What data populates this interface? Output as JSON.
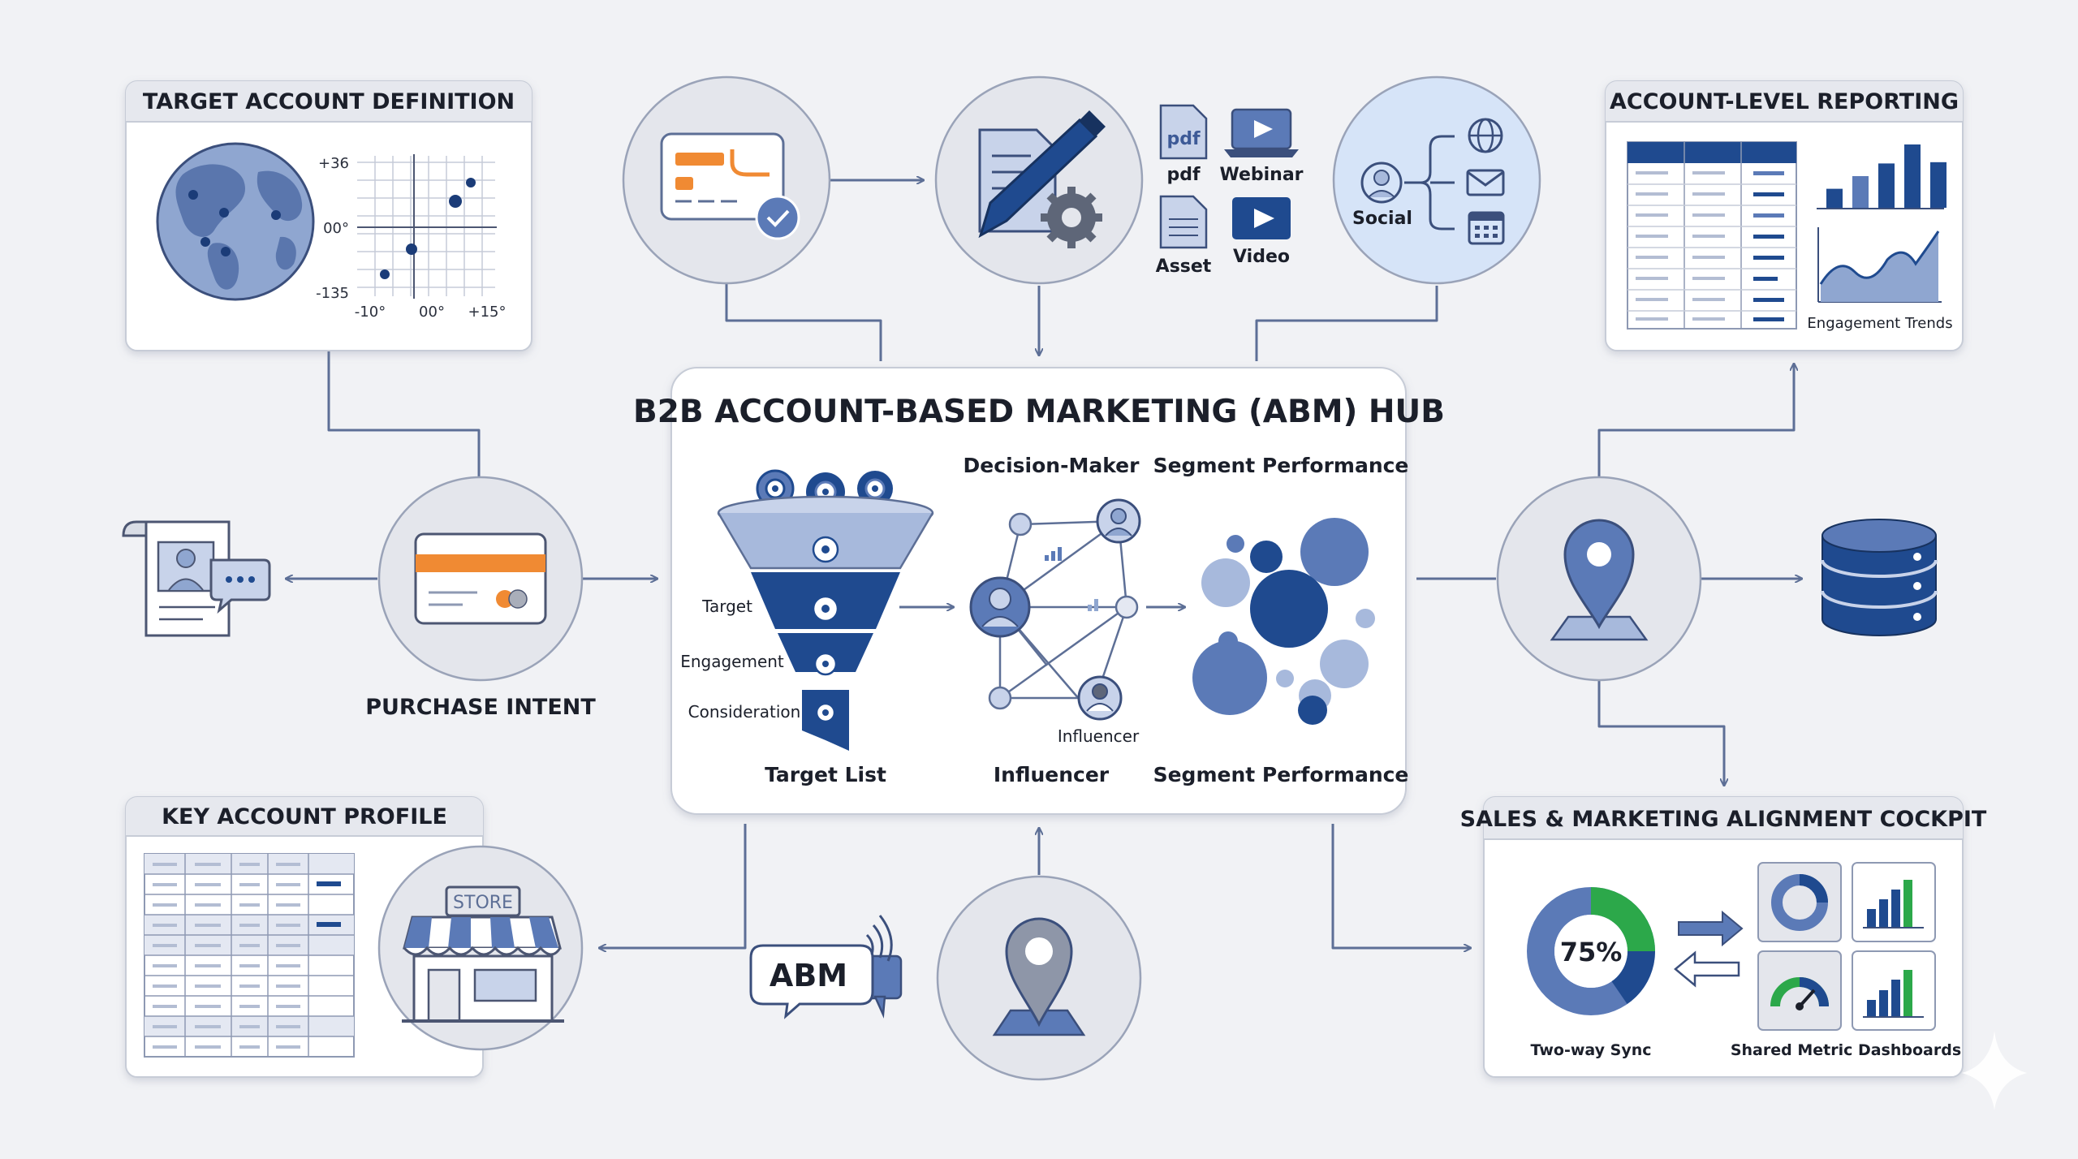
{
  "hub": {
    "title": "B2B ACCOUNT-BASED MARKETING (ABM) HUB",
    "heading_decision_maker": "Decision-Maker",
    "heading_segment_performance": "Segment Performance",
    "funnel_labels": [
      "Target",
      "Engagement",
      "Consideration"
    ],
    "caption_target_list": "Target List",
    "caption_influencer": "Influencer",
    "node_label_influencer": "Influencer",
    "caption_segment_performance": "Segment Performance"
  },
  "target_account_definition": {
    "title": "TARGET ACCOUNT DEFINITION",
    "y_ticks": [
      "+36",
      "00°",
      "-135"
    ],
    "x_ticks": [
      "-10°",
      "00°",
      "+15°"
    ]
  },
  "content_assets": [
    {
      "label": "pdf",
      "glyph": "pdf",
      "icon": "pdf-file-icon"
    },
    {
      "label": "Webinar",
      "icon": "webinar-laptop-icon"
    },
    {
      "label": "Asset",
      "icon": "document-asset-icon"
    },
    {
      "label": "Video",
      "icon": "video-play-icon"
    }
  ],
  "social": {
    "label": "Social"
  },
  "account_level_reporting": {
    "title": "ACCOUNT-LEVEL REPORTING",
    "trend_label": "Engagement Trends",
    "bar_levels": [
      0.3,
      0.5,
      0.7,
      1.0,
      0.72
    ]
  },
  "purchase_intent": {
    "label": "PURCHASE INTENT"
  },
  "key_account_profile": {
    "title": "KEY ACCOUNT PROFILE",
    "store_sign": "STORE"
  },
  "abm_bubble": {
    "text": "ABM"
  },
  "alignment_cockpit": {
    "title": "SALES & MARKETING ALIGNMENT COCKPIT",
    "donut_value": "75%",
    "caption_sync": "Two-way Sync",
    "caption_dashboards": "Shared Metric Dashboards"
  },
  "colors": {
    "navy": "#1f4a8f",
    "mid_blue": "#5b7ab7",
    "light_blue": "#a7b9dc",
    "circle_fill": "#e4e6ec",
    "social_circle": "#d6e4f8",
    "accent_orange": "#f08a33",
    "accent_green": "#2ca84a",
    "connector": "#5d6f96"
  }
}
